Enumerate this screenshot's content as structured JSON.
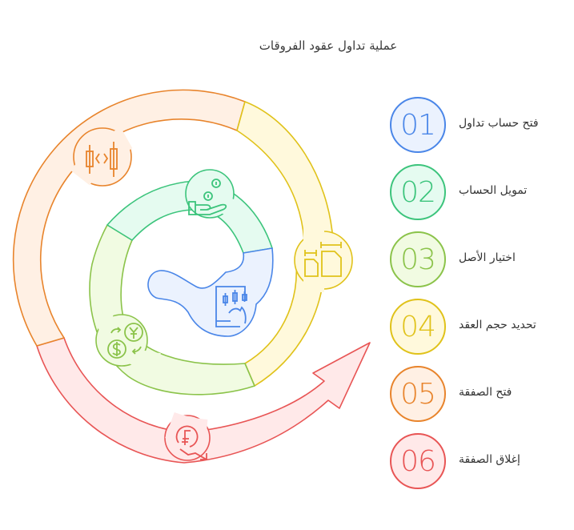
{
  "title": "عملية تداول عقود الفروقات",
  "colors": {
    "blue": "#4a86e8",
    "green": "#3cc47c",
    "lime": "#8bc34a",
    "yellow": "#e0c21a",
    "orange": "#e8842c",
    "red": "#e85555"
  },
  "steps": [
    {
      "number": "01",
      "label": "فتح حساب تداول",
      "color": "#4a86e8",
      "fill": "#ebf2fe",
      "icon": "phone-candlestick-icon"
    },
    {
      "number": "02",
      "label": "تمويل الحساب",
      "color": "#3cc47c",
      "fill": "#e5fbf0",
      "icon": "hand-coins-icon"
    },
    {
      "number": "03",
      "label": "اختيار الأصل",
      "color": "#8bc34a",
      "fill": "#f1fbe2",
      "icon": "currency-exchange-icon"
    },
    {
      "number": "04",
      "label": "تحديد حجم العقد",
      "color": "#e0c21a",
      "fill": "#fff9dc",
      "icon": "size-measure-icon"
    },
    {
      "number": "05",
      "label": "فتح الصفقة",
      "color": "#e8842c",
      "fill": "#fff0e4",
      "icon": "candlestick-compare-icon"
    },
    {
      "number": "06",
      "label": "إغلاق الصفقة",
      "color": "#e85555",
      "fill": "#ffe9e9",
      "icon": "currency-down-arrow-icon"
    }
  ]
}
